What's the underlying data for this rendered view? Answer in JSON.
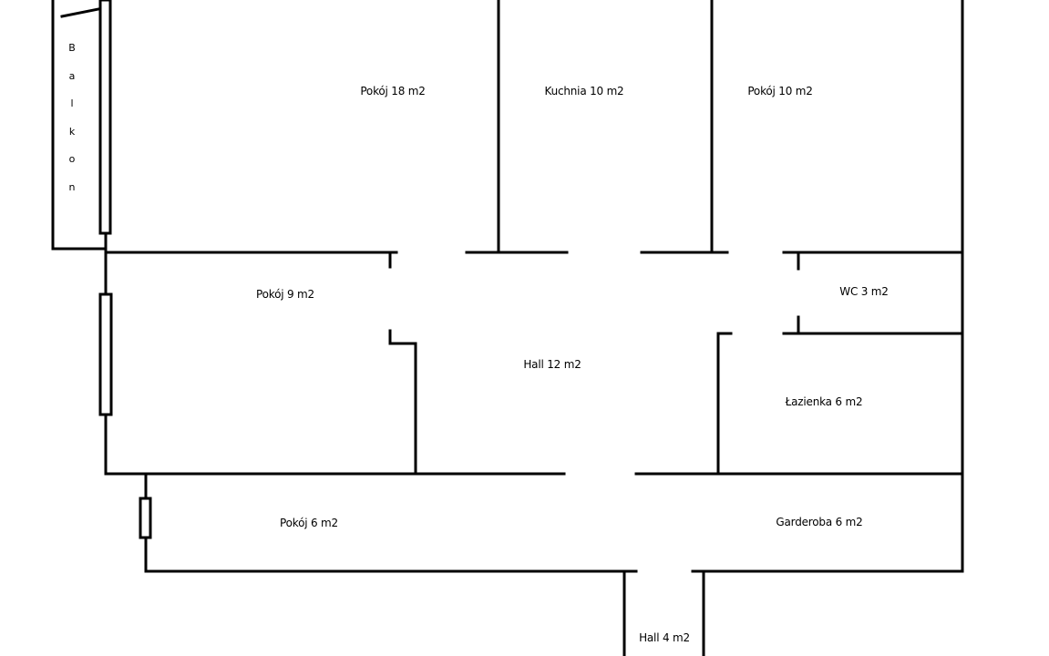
{
  "plan": {
    "balcony": {
      "letters": [
        "B",
        "a",
        "l",
        "k",
        "o",
        "n"
      ]
    },
    "rooms": {
      "pokoj_18": "Pokój 18 m2",
      "kuchnia": "Kuchnia 10 m2",
      "pokoj_10": "Pokój 10 m2",
      "pokoj_9": "Pokój 9 m2",
      "hall_12": "Hall 12 m2",
      "wc": "WC 3 m2",
      "lazienka": "Łazienka 6 m2",
      "pokoj_6": "Pokój 6 m2",
      "garderoba": "Garderoba 6 m2",
      "hall_4": "Hall 4 m2"
    },
    "colors": {
      "wall": "#000000",
      "background": "#ffffff"
    }
  }
}
